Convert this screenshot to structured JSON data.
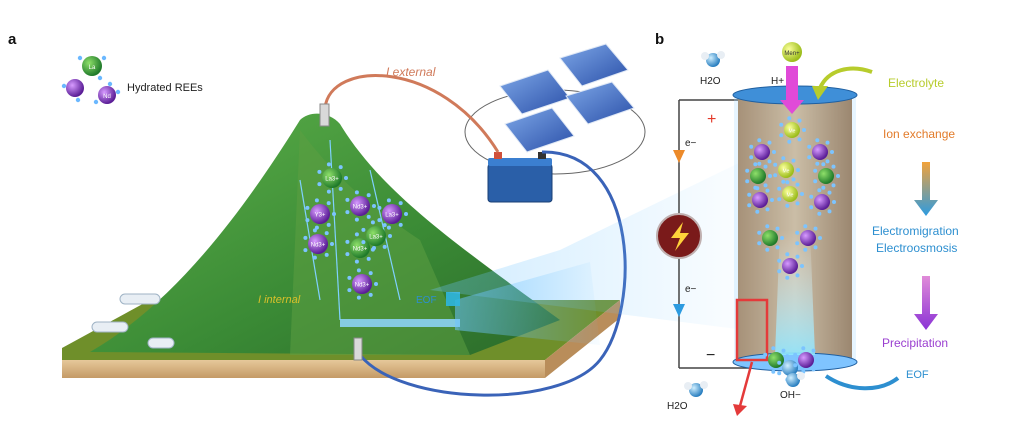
{
  "panels": {
    "a": "a",
    "b": "b"
  },
  "panel_a": {
    "legend_label": "Hydrated REEs",
    "ion_la_small": "La",
    "ion_nd_small": "Nd",
    "external_current": "I external",
    "internal_current": "I internal",
    "eof": "EOF",
    "ions": [
      "La3+",
      "Y3+",
      "Nd3+",
      "La3+",
      "Nd3+",
      "Nd3+",
      "La3+",
      "Nd3+"
    ]
  },
  "panel_b": {
    "h2o_top": "H2O",
    "h_plus": "H+",
    "me_top": "Men+",
    "electrolyte": "Electrolyte",
    "ion_exchange": "Ion exchange",
    "electromigration": "Electromigration",
    "electroosmosis": "Electroosmosis",
    "precipitation": "Precipitation",
    "eof": "EOF",
    "plus": "+",
    "minus": "−",
    "e_top": "e−",
    "e_bottom": "e−",
    "h2o_bottom": "H2O",
    "oh_minus": "OH−",
    "me_labels": [
      "Me",
      "Me",
      "Me"
    ]
  },
  "colors": {
    "electrolyte": "#b7cc2c",
    "ion_exchange": "#e27b2a",
    "electromigration": "#2d8fd0",
    "precipitation": "#9a3fd0",
    "eof": "#2d8fd0",
    "cable_external": "#d07a5a",
    "cable_internal": "#3a63b8",
    "plus": "#e43a2a",
    "hill": "#3f8c3a",
    "ion_la": "#2e9a3b",
    "ion_nd": "#8a3bc4"
  }
}
